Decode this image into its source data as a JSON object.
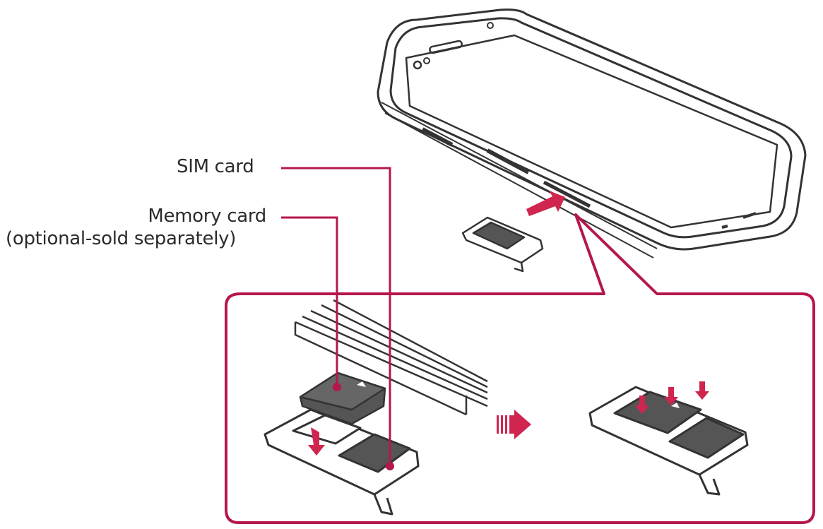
{
  "labels": {
    "sim_card": "SIM card",
    "memory_card": "Memory card",
    "memory_card_note": "(optional-sold separately)"
  },
  "colors": {
    "callout": "#b5174b",
    "line_art": "#333333",
    "card_fill": "#555555",
    "arrow": "#d0254f"
  }
}
